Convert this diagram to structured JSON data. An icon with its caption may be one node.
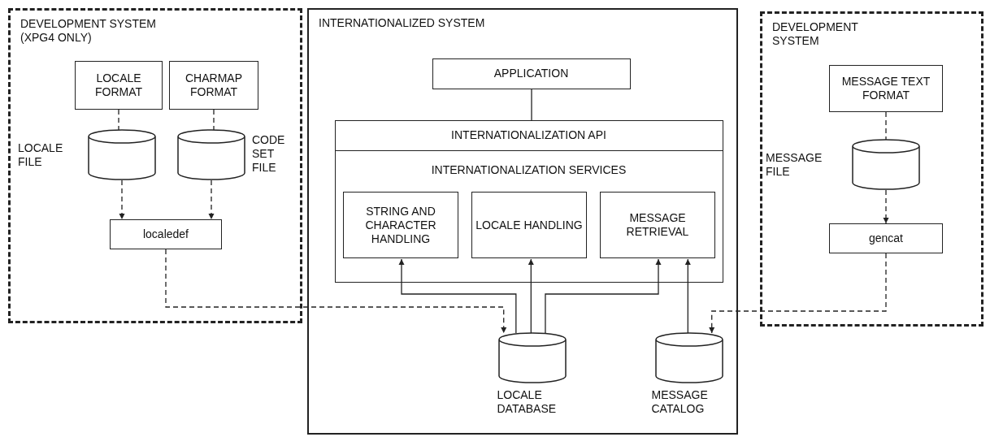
{
  "diagram": {
    "nodes": [
      {
        "text": [
          "DEVELOPMENT SYSTEM (XPG4 ONLY)"
        ]
      },
      {
        "text": [
          "LOCALE FORMAT"
        ],
        "in": 0
      },
      {
        "text": [
          "CHARMAP FORMAT"
        ],
        "in": 0
      },
      {
        "text": [
          "LOCALE FILE"
        ],
        "in": 0
      },
      {
        "text": [
          "CODE SET FILE"
        ],
        "in": 0
      },
      {
        "text": [
          "localedef"
        ],
        "in": 0
      },
      {
        "text": [
          "INTERNATIONALIZED SYSTEM"
        ]
      },
      {
        "text": [
          "APPLICATION"
        ],
        "in": 6
      },
      {
        "text": [
          "INTERNATIONALIZATION API",
          "INTERNATIONALIZATION SERVICES"
        ],
        "in": 6
      },
      {
        "text": [
          "STRING AND CHARACTER HANDLING"
        ],
        "in": 8
      },
      {
        "text": [
          "LOCALE HANDLING"
        ],
        "in": 8
      },
      {
        "text": [
          "MESSAGE RETRIEVAL"
        ],
        "in": 8
      },
      {
        "text": [
          "LOCALE DATABASE"
        ],
        "in": 6
      },
      {
        "text": [
          "MESSAGE CATALOG"
        ],
        "in": 6
      },
      {
        "text": [
          "DEVELOPMENT SYSTEM"
        ]
      },
      {
        "text": [
          "MESSAGE TEXT FORMAT"
        ],
        "in": 14
      },
      {
        "text": [
          "MESSAGE FILE"
        ],
        "in": 14
      },
      {
        "text": [
          "gencat"
        ],
        "in": 14
      }
    ],
    "edges": [
      {
        "from": 1,
        "to": 3,
        "arrow": "none",
        "style": "dashed"
      },
      {
        "from": 2,
        "to": 4,
        "arrow": "none",
        "style": "dashed"
      },
      {
        "from": 3,
        "to": 5,
        "arrow": "to",
        "style": "dashed"
      },
      {
        "from": 4,
        "to": 5,
        "arrow": "to",
        "style": "dashed"
      },
      {
        "from": 5,
        "to": 12,
        "arrow": "to",
        "style": "dashed"
      },
      {
        "from": 7,
        "to": 8,
        "arrow": "none"
      },
      {
        "from": 12,
        "to": 9,
        "arrow": "to"
      },
      {
        "from": 12,
        "to": 10,
        "arrow": "to"
      },
      {
        "from": 12,
        "to": 11,
        "arrow": "to"
      },
      {
        "from": 13,
        "to": 11,
        "arrow": "to"
      },
      {
        "from": 15,
        "to": 16,
        "arrow": "none",
        "style": "dashed"
      },
      {
        "from": 16,
        "to": 17,
        "arrow": "to",
        "style": "dashed"
      },
      {
        "from": 17,
        "to": 13,
        "arrow": "to",
        "style": "dashed"
      }
    ]
  }
}
